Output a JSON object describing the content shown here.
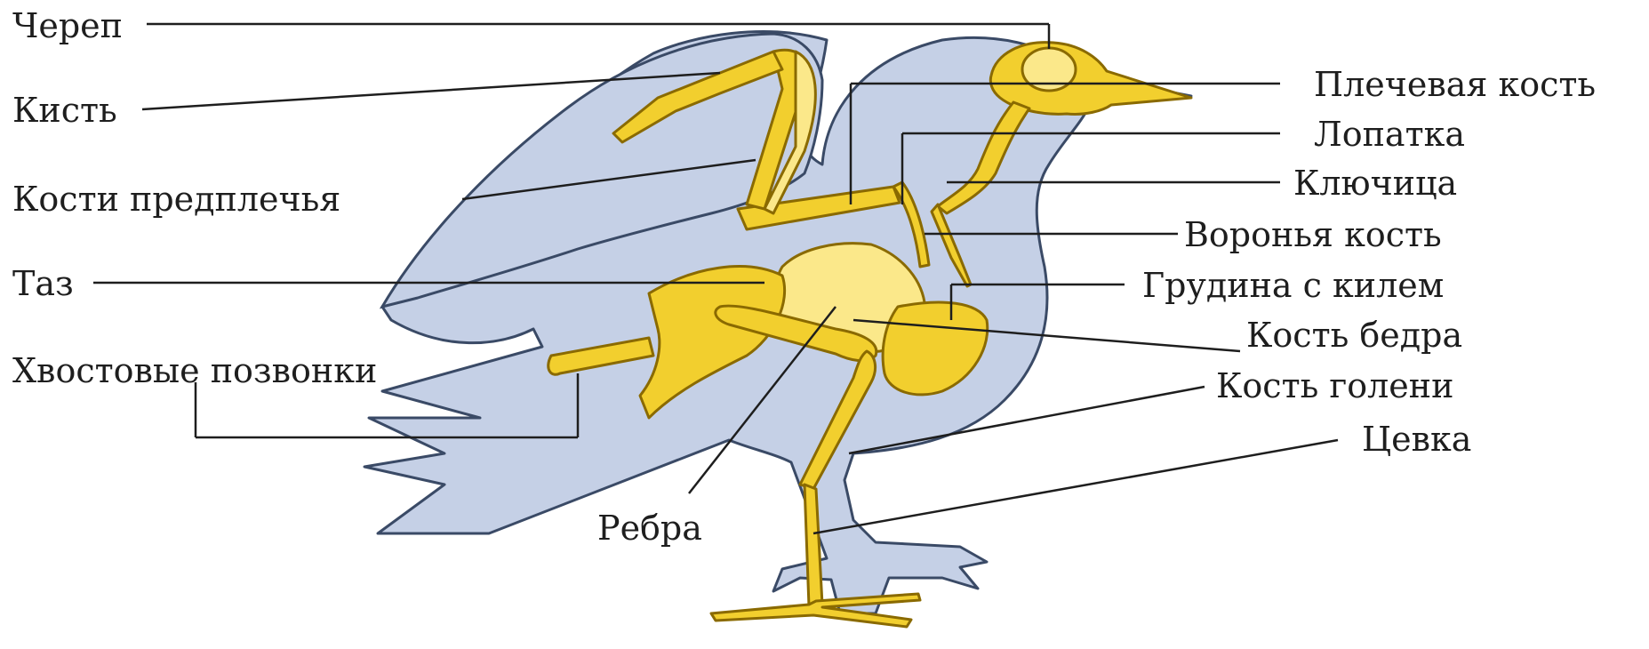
{
  "labels": {
    "skull": "Череп",
    "hand": "Кисть",
    "forearm": "Кости предплечья",
    "pelvis": "Таз",
    "tail_vertebrae": "Хвостовые позвонки",
    "ribs": "Ребра",
    "humerus": "Плечевая кость",
    "scapula": "Лопатка",
    "clavicle": "Ключица",
    "coracoid": "Воронья кость",
    "sternum_keel": "Грудина с килем",
    "femur": "Кость бедра",
    "shin": "Кость голени",
    "tarsometatarsus": "Цевка"
  },
  "colors": {
    "silhouette": "#c5d0e6",
    "silhouette_outline": "#3a4a66",
    "bone": "#f2cf2e",
    "bone_light": "#fbe88a",
    "bone_outline": "#8a6a00",
    "leader": "#1e1e1e"
  }
}
